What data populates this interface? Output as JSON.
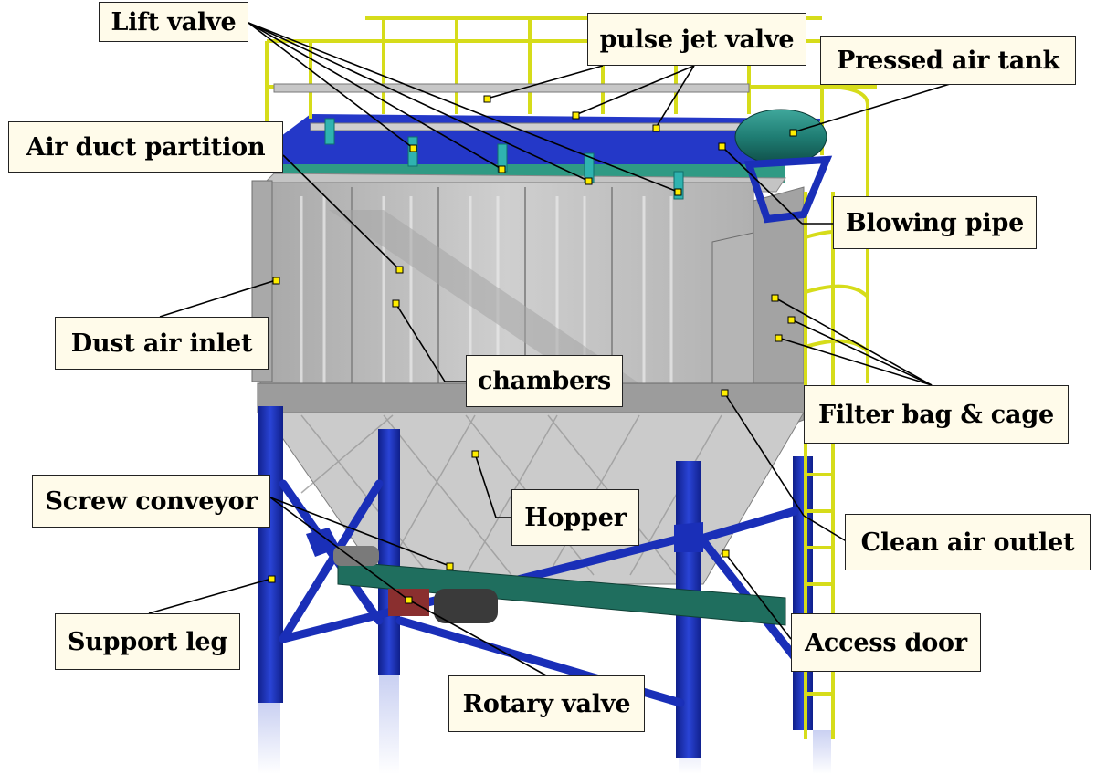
{
  "labels": {
    "lift_valve": "Lift valve",
    "pulse_jet_valve": "pulse jet valve",
    "pressed_air_tank": "Pressed air tank",
    "air_duct_partition": "Air duct partition",
    "blowing_pipe": "Blowing pipe",
    "dust_air_inlet": "Dust air inlet",
    "chambers": "chambers",
    "filter_bag_cage": "Filter bag & cage",
    "screw_conveyor": "Screw conveyor",
    "hopper": "Hopper",
    "clean_air_outlet": "Clean air outlet",
    "support_leg": "Support leg",
    "access_door": "Access door",
    "rotary_valve": "Rotary valve"
  },
  "colors": {
    "structure_blue": "#1a2fb8",
    "railing_yellow": "#d6dc1a",
    "casing_grey": "#b9b9b9",
    "conveyor_green": "#1f6e5e",
    "tank_teal": "#1f7d73",
    "marker_yellow": "#ffee00",
    "label_bg": "#fffbea"
  }
}
